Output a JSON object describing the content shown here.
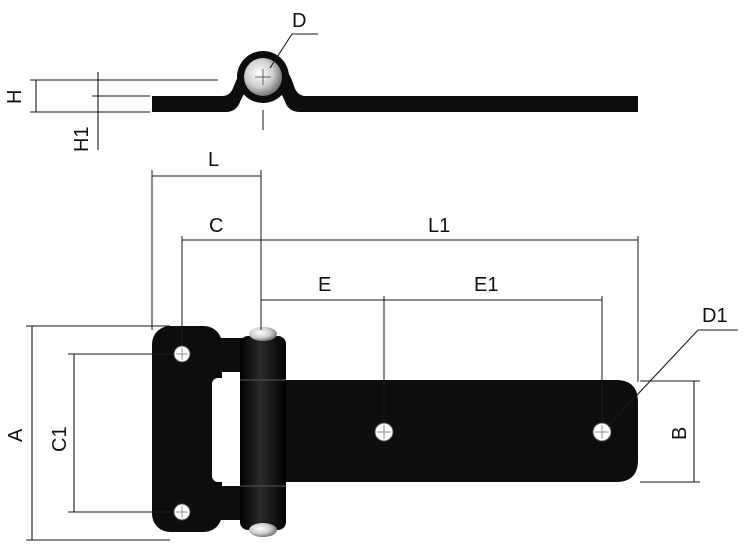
{
  "labels": {
    "D": "D",
    "H": "H",
    "H1": "H1",
    "L": "L",
    "C": "C",
    "L1": "L1",
    "E": "E",
    "E1": "E1",
    "D1": "D1",
    "A": "A",
    "C1": "C1",
    "B": "B"
  },
  "colors": {
    "part": "#0d0d0d",
    "pin_highlight": "#e6e6e6",
    "line": "#1a1a1a"
  }
}
